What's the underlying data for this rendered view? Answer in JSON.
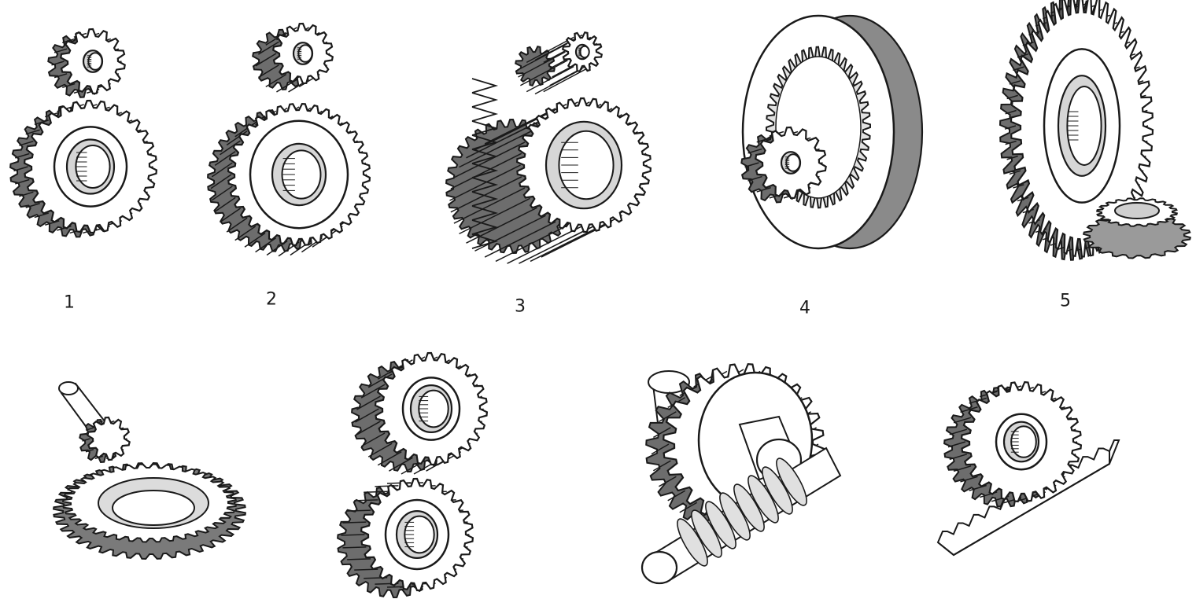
{
  "labels": [
    "1",
    "2",
    "3",
    "4",
    "5"
  ],
  "ink": "#1a1a1a",
  "paper": "#ffffff",
  "figures": [
    {
      "label": "1",
      "kind": "spur-gear-pair",
      "teeth": [
        14,
        30
      ]
    },
    {
      "label": "2",
      "kind": "helical-gear-pair",
      "teeth": [
        14,
        36
      ]
    },
    {
      "label": "3",
      "kind": "herringbone-gear-pair",
      "teeth": [
        12,
        34
      ]
    },
    {
      "label": "4",
      "kind": "internal-ring-gear",
      "teeth": [
        14,
        44
      ]
    },
    {
      "label": "5",
      "kind": "bevel-gear-pair",
      "teeth": [
        20,
        50
      ]
    },
    {
      "label": "",
      "kind": "spiral-bevel-gear-pair",
      "teeth": [
        10,
        40
      ]
    },
    {
      "label": "",
      "kind": "crossed-helical-gear-pair",
      "teeth": [
        26,
        26
      ]
    },
    {
      "label": "",
      "kind": "worm-and-wheel",
      "teeth": [
        28
      ]
    },
    {
      "label": "",
      "kind": "rack-and-pinion",
      "teeth": [
        28
      ]
    }
  ]
}
